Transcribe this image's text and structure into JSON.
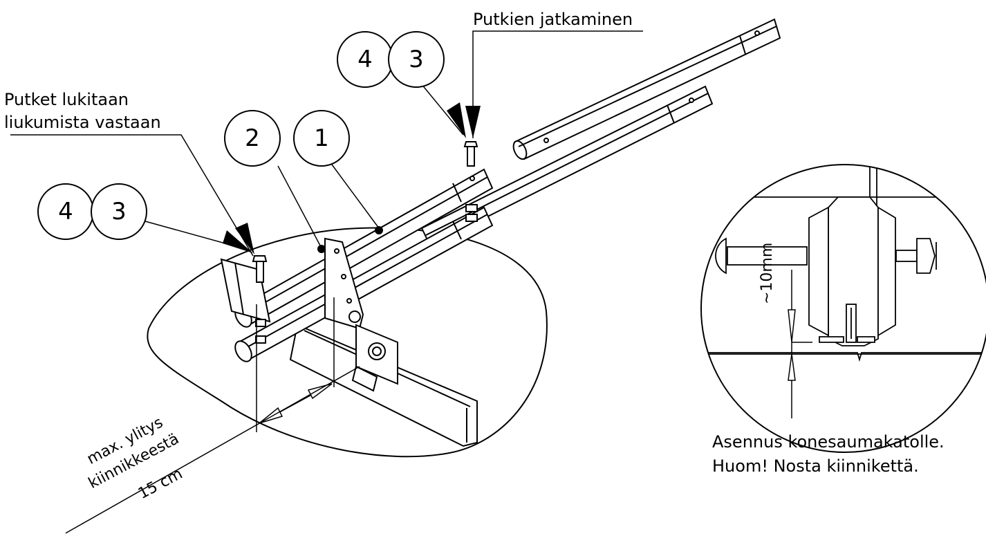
{
  "callouts": {
    "extension_label": "Putkien jatkaminen",
    "lock_label_line1": "Putket lukitaan",
    "lock_label_line2": "liukumista vastaan",
    "overhang_line1": "max. ylitys",
    "overhang_line2": "kiinnikkeestä",
    "overhang_line3": "15 cm",
    "detail_note_line1": "Asennus konesaumakatolle.",
    "detail_note_line2": "Huom! Nosta kiinnikettä.",
    "gap_dimension": "~10mm"
  },
  "bubbles": {
    "b_top_left": "4",
    "b_top_right": "3",
    "b_mid_left": "2",
    "b_mid_right": "1",
    "b_low_left": "4",
    "b_low_right": "3"
  }
}
